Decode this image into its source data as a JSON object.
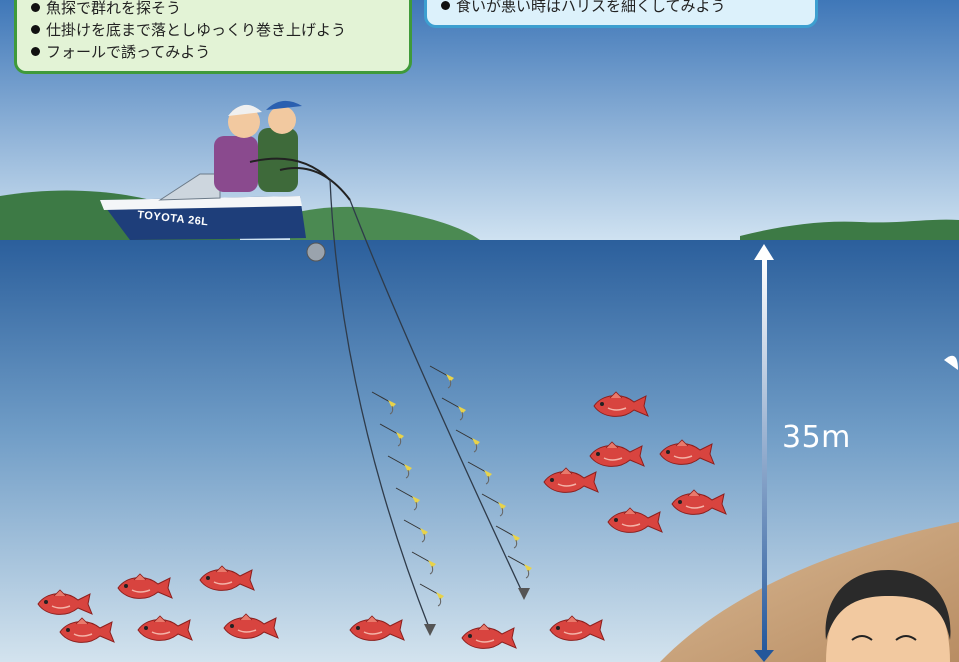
{
  "tips_left": [
    "魚探で群れを探そう",
    "仕掛けを底まで落としゆっくり巻き上げよう",
    "フォールで誘ってみよう"
  ],
  "tips_right": [
    "食いが悪い時はハリスを細くしてみよう"
  ],
  "boat_label": "TOYOTA 26L",
  "depth_label": "35m",
  "colors": {
    "sky": "#4f86c4",
    "sea_surface": "#2b5f9c",
    "sea_bottom": "#c8dbe8",
    "seabed": "#c9a47c",
    "fish": "#d8443f",
    "left_bubble_border": "#3f9a3a",
    "right_bubble_border": "#3d9fd0"
  },
  "icons": [
    "boat-illustration",
    "anglers-illustration",
    "fish-icon",
    "depth-arrow-icon",
    "lure-rig-icon",
    "presenter-face-icon"
  ]
}
